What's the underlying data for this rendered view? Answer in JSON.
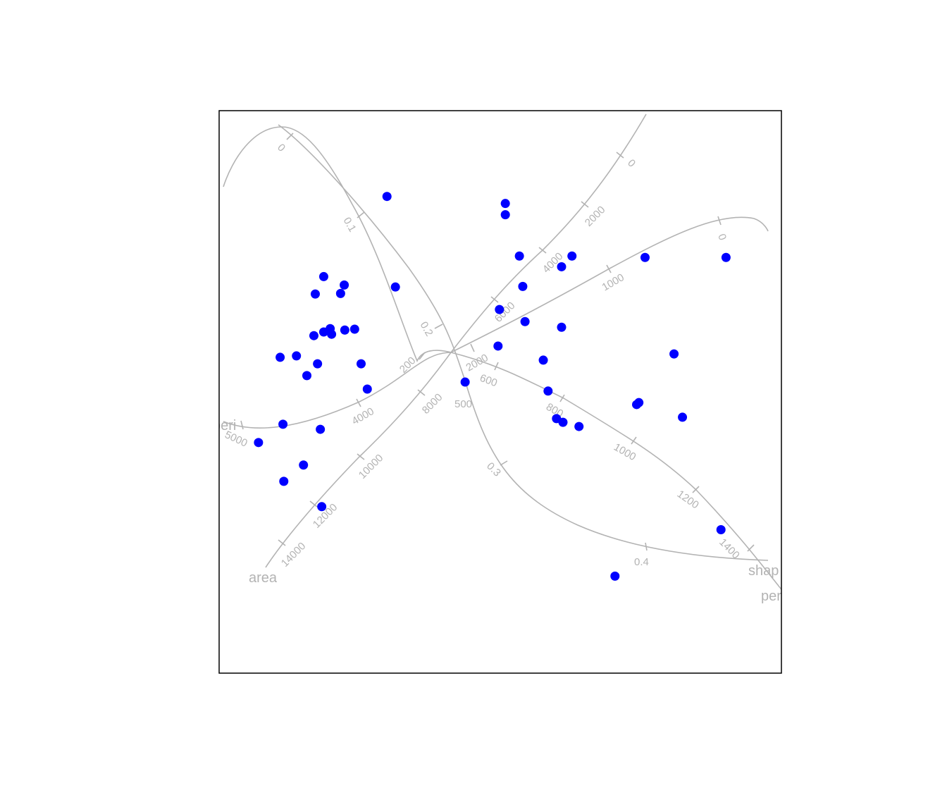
{
  "chart_data": {
    "type": "scatter",
    "title": "",
    "xlim": [
      -1,
      1
    ],
    "ylim": [
      -1,
      1
    ],
    "point_color": "#0000ff",
    "axis_color": "#b3b3b3",
    "points": [
      [
        -0.403,
        0.695
      ],
      [
        0.018,
        0.67
      ],
      [
        0.018,
        0.63
      ],
      [
        0.068,
        0.483
      ],
      [
        0.255,
        0.483
      ],
      [
        0.218,
        0.445
      ],
      [
        0.515,
        0.478
      ],
      [
        0.803,
        0.478
      ],
      [
        0.08,
        0.375
      ],
      [
        -0.373,
        0.373
      ],
      [
        -0.628,
        0.41
      ],
      [
        -0.555,
        0.38
      ],
      [
        -0.658,
        0.348
      ],
      [
        -0.568,
        0.35
      ],
      [
        -0.003,
        0.293
      ],
      [
        0.088,
        0.25
      ],
      [
        0.218,
        0.23
      ],
      [
        -0.605,
        0.225
      ],
      [
        -0.628,
        0.213
      ],
      [
        -0.6,
        0.205
      ],
      [
        -0.553,
        0.22
      ],
      [
        -0.518,
        0.223
      ],
      [
        -0.663,
        0.2
      ],
      [
        -0.008,
        0.163
      ],
      [
        -0.783,
        0.123
      ],
      [
        -0.725,
        0.128
      ],
      [
        -0.65,
        0.1
      ],
      [
        -0.495,
        0.1
      ],
      [
        0.153,
        0.113
      ],
      [
        0.618,
        0.135
      ],
      [
        -0.688,
        0.058
      ],
      [
        -0.125,
        0.035
      ],
      [
        -0.473,
        0.01
      ],
      [
        0.17,
        0.003
      ],
      [
        0.485,
        -0.045
      ],
      [
        0.493,
        -0.038
      ],
      [
        0.648,
        -0.09
      ],
      [
        -0.773,
        -0.115
      ],
      [
        -0.64,
        -0.133
      ],
      [
        0.2,
        -0.095
      ],
      [
        0.223,
        -0.108
      ],
      [
        0.28,
        -0.123
      ],
      [
        -0.86,
        -0.18
      ],
      [
        -0.7,
        -0.26
      ],
      [
        -0.77,
        -0.318
      ],
      [
        -0.635,
        -0.408
      ],
      [
        0.785,
        -0.49
      ],
      [
        0.408,
        -0.655
      ]
    ],
    "axes": {
      "area": {
        "label": "area",
        "ticks": [
          "0",
          "2000",
          "4000",
          "6000",
          "8000",
          "10000",
          "12000",
          "14000"
        ]
      },
      "peri": {
        "label": "peri",
        "ticks": [
          "0",
          "1000",
          "2000",
          "4000",
          "5000"
        ]
      },
      "shape": {
        "label": "shap",
        "ticks": [
          "0",
          "0.1",
          "0.2",
          "0.3",
          "0.4"
        ]
      },
      "perm": {
        "label": "per",
        "ticks": [
          "0",
          "200",
          "500",
          "600",
          "800",
          "1000",
          "1200",
          "1400"
        ]
      }
    }
  }
}
